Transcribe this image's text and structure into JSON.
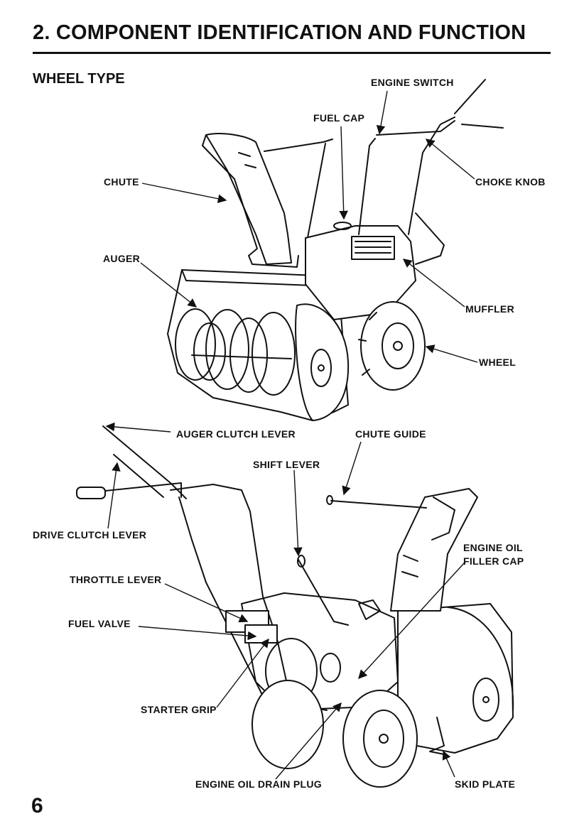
{
  "page": {
    "title": "2. COMPONENT IDENTIFICATION AND FUNCTION",
    "subtitle": "WHEEL TYPE",
    "page_number": "6"
  },
  "diagram_top": {
    "labels": {
      "engine_switch": "ENGINE SWITCH",
      "fuel_cap": "FUEL CAP",
      "chute": "CHUTE",
      "choke_knob": "CHOKE KNOB",
      "auger": "AUGER",
      "muffler": "MUFFLER",
      "wheel": "WHEEL"
    }
  },
  "diagram_bottom": {
    "labels": {
      "auger_clutch_lever": "AUGER CLUTCH LEVER",
      "chute_guide": "CHUTE GUIDE",
      "shift_lever": "SHIFT LEVER",
      "drive_clutch_lever": "DRIVE CLUTCH LEVER",
      "engine_oil_filler_cap_line1": "ENGINE OIL",
      "engine_oil_filler_cap_line2": "FILLER CAP",
      "throttle_lever": "THROTTLE LEVER",
      "fuel_valve": "FUEL VALVE",
      "starter_grip": "STARTER GRIP",
      "engine_oil_drain_plug": "ENGINE OIL DRAIN PLUG",
      "skid_plate": "SKID PLATE"
    }
  }
}
